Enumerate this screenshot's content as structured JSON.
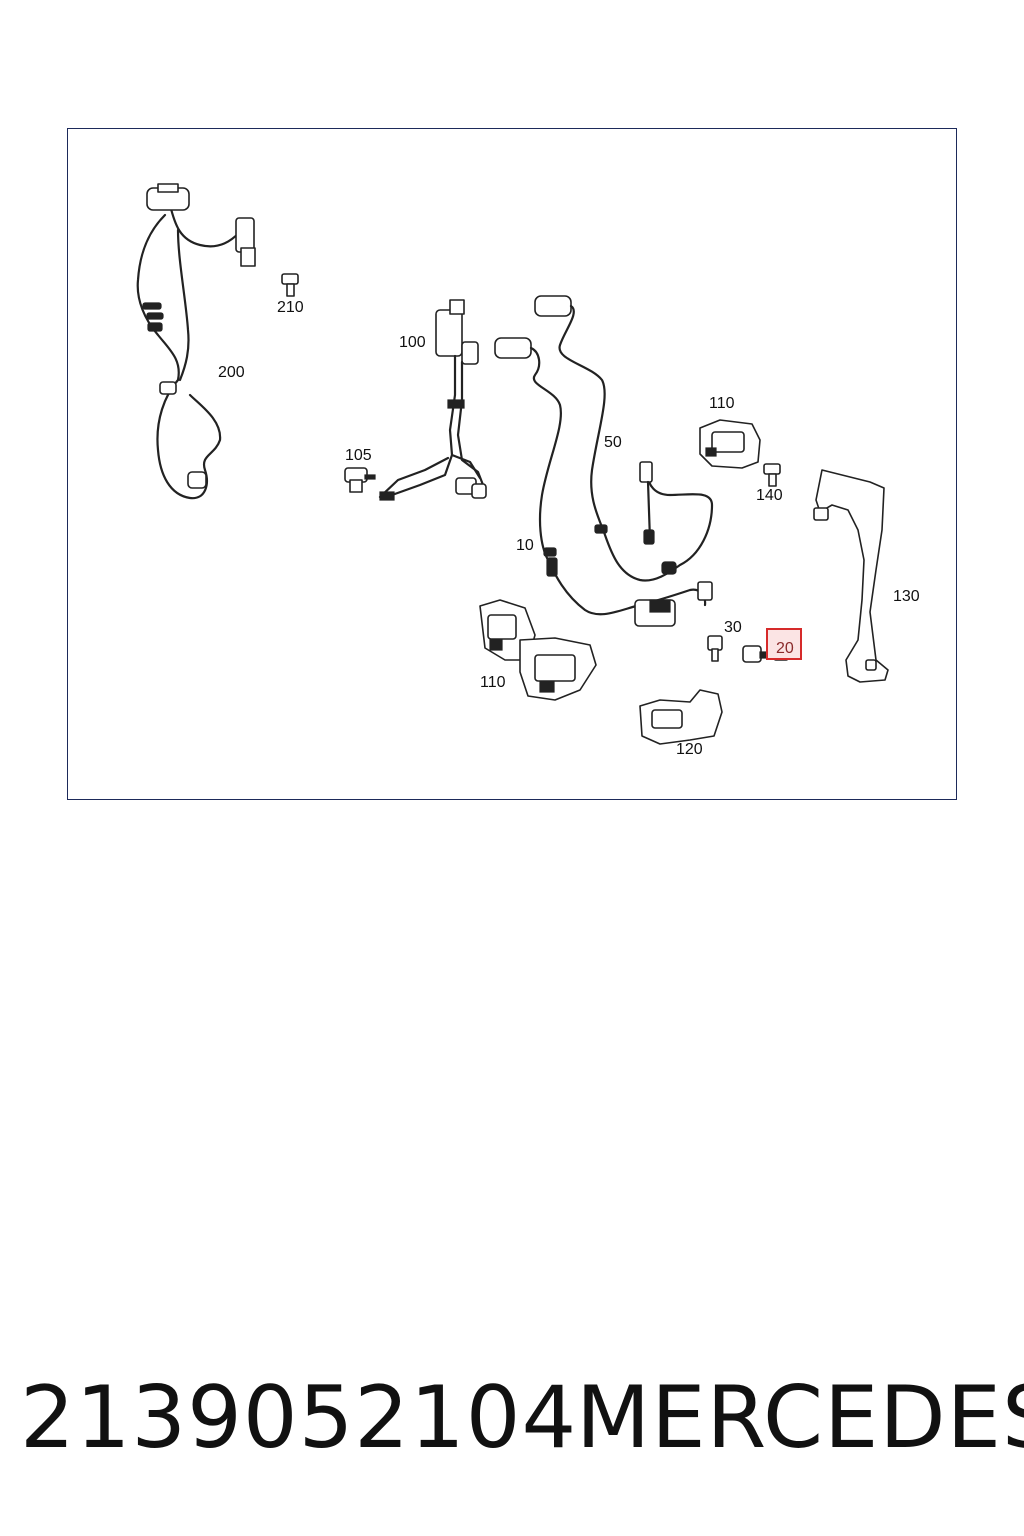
{
  "callouts": {
    "c200": "200",
    "c210": "210",
    "c100": "100",
    "c105": "105",
    "c50": "50",
    "c110a": "110",
    "c140": "140",
    "c10": "10",
    "c130": "130",
    "c30": "30",
    "c20": "20",
    "c110b": "110",
    "c120": "120"
  },
  "highlighted_callout": "20",
  "highlight_color": "#d62a2a",
  "highlight_fill": "#fbe4e4",
  "frame_color": "#1d2a5a",
  "footer": {
    "part_number": "2139052104",
    "brand": "MERCEDES"
  }
}
